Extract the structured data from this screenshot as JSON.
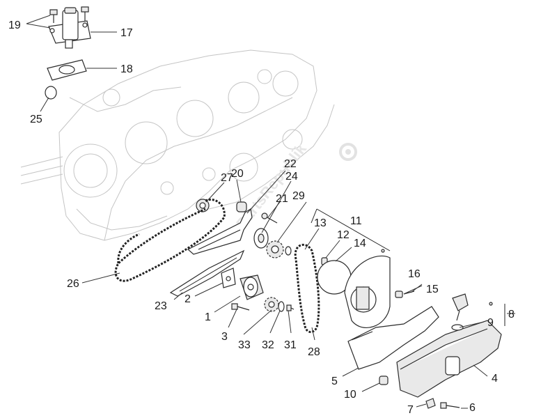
{
  "diagram": {
    "watermark": "PartsRepublik",
    "callouts": [
      {
        "id": "c1",
        "text": "1"
      },
      {
        "id": "c2",
        "text": "2"
      },
      {
        "id": "c3",
        "text": "3"
      },
      {
        "id": "c4",
        "text": "4"
      },
      {
        "id": "c5",
        "text": "5"
      },
      {
        "id": "c6",
        "text": "6"
      },
      {
        "id": "c7",
        "text": "7"
      },
      {
        "id": "c8",
        "text": "8"
      },
      {
        "id": "c9",
        "text": "9"
      },
      {
        "id": "c10",
        "text": "10"
      },
      {
        "id": "c11",
        "text": "11"
      },
      {
        "id": "c12",
        "text": "12"
      },
      {
        "id": "c13",
        "text": "13"
      },
      {
        "id": "c14",
        "text": "14"
      },
      {
        "id": "c15",
        "text": "15"
      },
      {
        "id": "c16",
        "text": "16"
      },
      {
        "id": "c17",
        "text": "17"
      },
      {
        "id": "c18",
        "text": "18"
      },
      {
        "id": "c19",
        "text": "19"
      },
      {
        "id": "c20",
        "text": "20"
      },
      {
        "id": "c21",
        "text": "21"
      },
      {
        "id": "c22",
        "text": "22"
      },
      {
        "id": "c23",
        "text": "23"
      },
      {
        "id": "c24",
        "text": "24"
      },
      {
        "id": "c25",
        "text": "25"
      },
      {
        "id": "c26",
        "text": "26"
      },
      {
        "id": "c27",
        "text": "27"
      },
      {
        "id": "c28",
        "text": "28"
      },
      {
        "id": "c29",
        "text": "29"
      },
      {
        "id": "c31",
        "text": "31"
      },
      {
        "id": "c32",
        "text": "32"
      },
      {
        "id": "c33",
        "text": "33"
      }
    ]
  }
}
